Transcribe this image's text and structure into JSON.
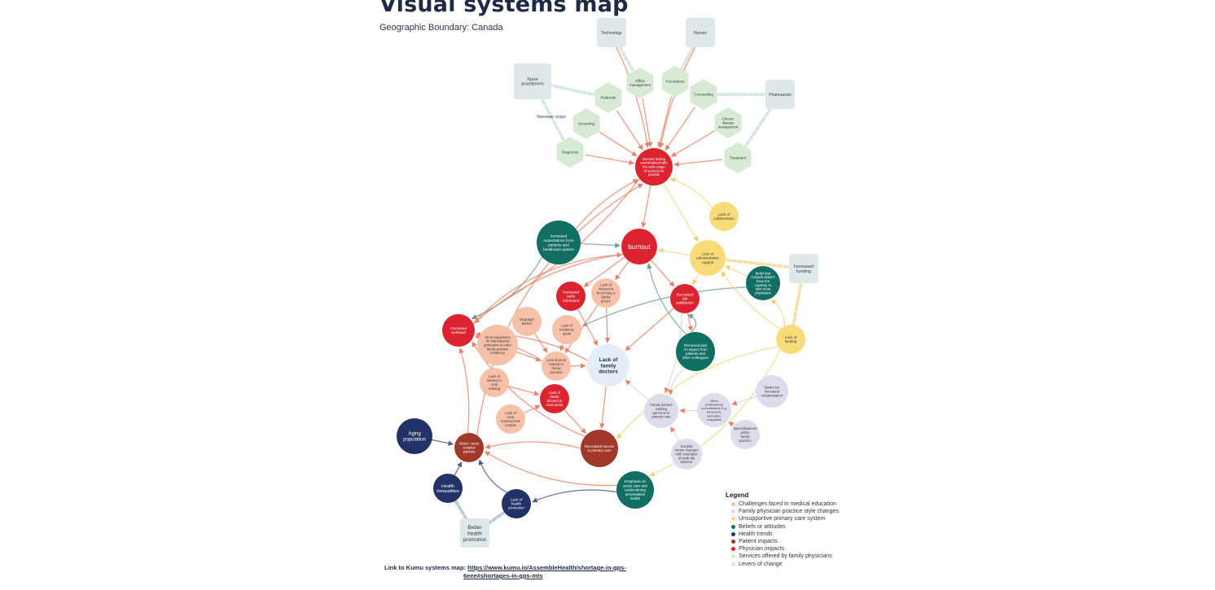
{
  "header": {
    "title": "Visual systems map",
    "subtitle": "Geographic Boundary: Canada"
  },
  "colors": {
    "physician_impacts": "#dc2430",
    "education": "#f7c0a8",
    "family_physician": "#dedbea",
    "unsupportive": "#f9dc79",
    "beliefs": "#116e62",
    "health_trends": "#233266",
    "patient_impacts": "#a0392a",
    "services": "#d7ebd4",
    "levers": "#dde8e8",
    "edge_red": "#e98b6e",
    "edge_yellow": "#f5d98a",
    "edge_teal": "#7fa39e",
    "edge_navy": "#4e5a8a"
  },
  "nodes": {
    "technology": {
      "label": "Technology"
    },
    "nurses": {
      "label": "Nurses"
    },
    "nurse_practitioners": {
      "label": "Nurse practitioners"
    },
    "pharmacists": {
      "label": "Pharmacists"
    },
    "office_management": {
      "label": "Office management"
    },
    "procedures": {
      "label": "Procedures"
    },
    "referrals": {
      "label": "Referrals"
    },
    "counselling": {
      "label": "Counselling"
    },
    "screening": {
      "label": "Screening"
    },
    "chronic_disease": {
      "label": "Chronic disease management"
    },
    "diagnosis": {
      "label": "Diagnosis"
    },
    "treatment": {
      "label": "Treatment"
    },
    "narrower_scope": {
      "label": "Narrower scope"
    },
    "doctors_overwhelmed": {
      "label": "Doctors feeling overwhelmed with the wide range of services to provide"
    },
    "lack_collaboration": {
      "label": "Lack of collaboration"
    },
    "increased_expectations": {
      "label": "Increased expectations from patients and healthcare system"
    },
    "burnout": {
      "label": "burnout"
    },
    "lack_admin_support": {
      "label": "Lack of administrative support"
    },
    "increased_funding": {
      "label": "Increased funding"
    },
    "belief_canada": {
      "label": "Belief that Canada doesn't have the capacity to train more physicians"
    },
    "early_retirement": {
      "label": "Increased early retirement"
    },
    "lack_interest_family": {
      "label": "Lack of interest in becoming a family doctor"
    },
    "decreased_job_satisfaction": {
      "label": "Decreased job satisfaction"
    },
    "increased_workload": {
      "label": "Increased workload"
    },
    "language_barrier": {
      "label": "language barrier"
    },
    "lack_residency": {
      "label": "Lack of residency spots"
    },
    "strict_regulations": {
      "label": "Strict regulations for international graduates to enter family practice residency"
    },
    "lack_of_funding": {
      "label": "Lack of funding"
    },
    "perceived_lack_respect": {
      "label": "Perceived lack of respect from patients and other colleagues"
    },
    "less_doctors_trained": {
      "label": "Less doctors trained in family practice"
    },
    "lack_family_doctors": {
      "label": "Lack of family doctors"
    },
    "lack_interest_rural": {
      "label": "Lack of interest in rural training"
    },
    "desire_compensation": {
      "label": "Desire for increased compensation"
    },
    "lack_doctors_rural": {
      "label": "Lack of family doctors in rural areas"
    },
    "family_doctors_part_time": {
      "label": "Family doctors working part-time in primary care"
    },
    "other_commitments": {
      "label": "Other professional commitments E.g. Research, education, hospitalist"
    },
    "lack_rural_mentors": {
      "label": "Lack of rural mentors/role models"
    },
    "specializations": {
      "label": "Specializations within family practice"
    },
    "aging_population": {
      "label": "Aging population"
    },
    "sicker_patients": {
      "label": "Sicker / more complex patients"
    },
    "decreased_access": {
      "label": "Decreased access to primary care"
    },
    "societal_norms": {
      "label": "Societal norms changes with emphasis of work-life balance"
    },
    "health_inequalities": {
      "label": "Health inequalities"
    },
    "emphasis_acute": {
      "label": "Emphasis on acute care and undervaluing preventative health"
    },
    "lack_health_promotion": {
      "label": "Lack of health promotion"
    },
    "better_health_promotion": {
      "label": "Better health promotion"
    }
  },
  "legend": {
    "title": "Legend",
    "items": [
      {
        "label": "Challenges faced in medical education",
        "color": "#f7c0a8"
      },
      {
        "label": "Family physician  practice style changes",
        "color": "#dedbea"
      },
      {
        "label": "Unsupportive primary care system",
        "color": "#f9dc79"
      },
      {
        "label": "Beliefs or attitudes",
        "color": "#116e62"
      },
      {
        "label": "Health trends",
        "color": "#233266"
      },
      {
        "label": "Patient impacts",
        "color": "#a0392a"
      },
      {
        "label": "Physician impacts",
        "color": "#dc2430"
      },
      {
        "label": "Services offered by family physicians",
        "color": "#d7ebd4"
      },
      {
        "label": "Levers of change",
        "color": "#dde8e8"
      }
    ]
  },
  "footer": {
    "link_prefix": "Link to Kumu systems map: ",
    "link_url_part1": "https://www.kumu.io/AssembleHealth/shortage-in-gps-",
    "link_url_part2": "6eee#shortages-in-gps-mts"
  }
}
